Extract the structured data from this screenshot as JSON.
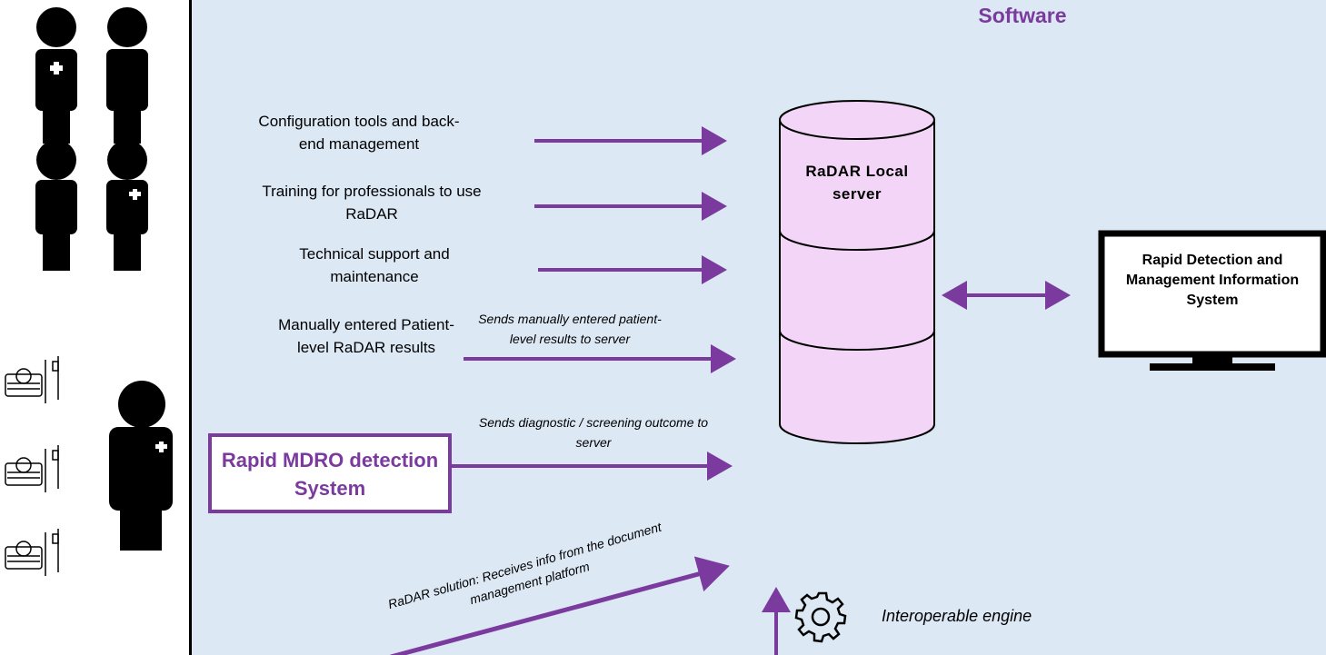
{
  "header": {
    "title": "Software"
  },
  "inputs": {
    "config_tools": "Configuration tools and back-end management",
    "training": "Training for professionals to use RaDAR",
    "support": "Technical support and maintenance",
    "manual_entry": "Manually entered Patient-level RaDAR results"
  },
  "annotations": {
    "manual_send": "Sends manually entered patient-level results to server",
    "diagnostic_send": "Sends diagnostic / screening outcome to server",
    "document_receive": "RaDAR solution: Receives info from the document management platform"
  },
  "nodes": {
    "mdro_system": "Rapid MDRO detection System",
    "local_server": "RaDAR Local server",
    "info_system": "Rapid Detection and Management Information System",
    "engine": "Interoperable engine"
  },
  "colors": {
    "accent": "#7b3a9e",
    "server_fill": "#f3d5f7",
    "panel": "#dde8f5"
  },
  "icons": [
    "person-icon",
    "hospital-bed-icon",
    "gear-icon",
    "monitor-icon",
    "database-cylinder-icon"
  ]
}
